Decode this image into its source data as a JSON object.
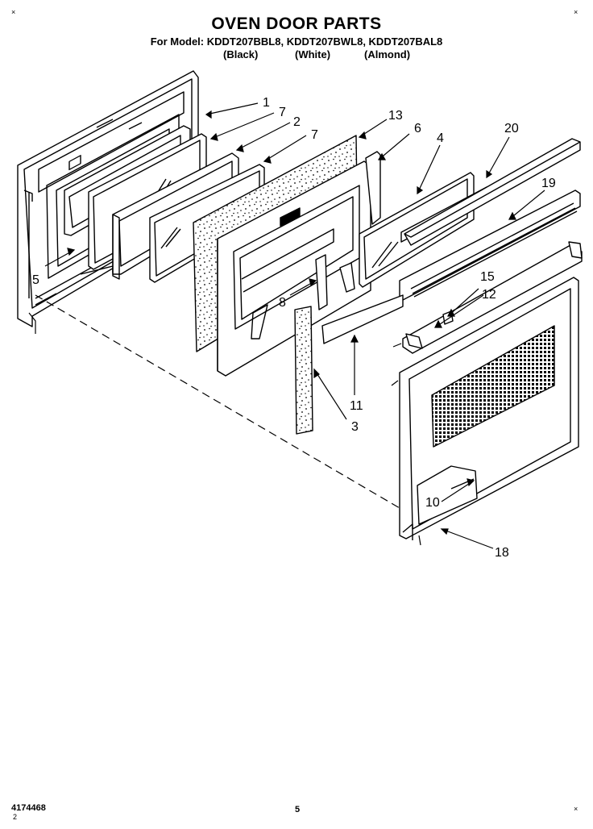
{
  "header": {
    "title": "OVEN DOOR PARTS",
    "models": "For Model: KDDT207BBL8, KDDT207BWL8, KDDT207BAL8",
    "colors": [
      "(Black)",
      "(White)",
      "(Almond)"
    ]
  },
  "callouts": [
    "1",
    "7",
    "2",
    "7",
    "13",
    "6",
    "4",
    "20",
    "19",
    "15",
    "12",
    "5",
    "8",
    "3",
    "11",
    "10",
    "18"
  ],
  "footer": {
    "part_number": "4174468",
    "page_number": "5",
    "small_mark": "2"
  },
  "marks": {
    "corner": "×"
  }
}
